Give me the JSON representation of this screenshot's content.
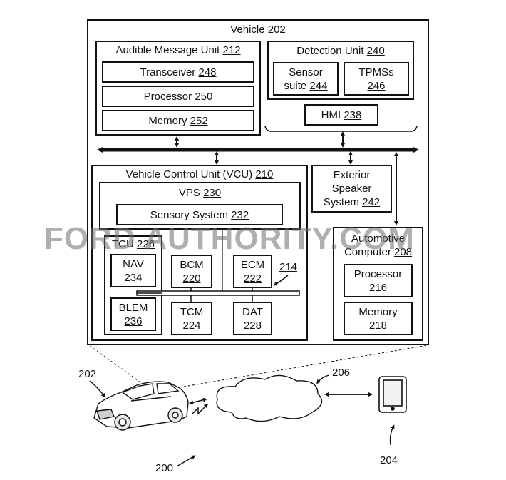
{
  "vehicle": {
    "name": "Vehicle",
    "ref": "202"
  },
  "amu": {
    "name": "Audible Message Unit",
    "ref": "212",
    "transceiver": {
      "name": "Transceiver",
      "ref": "248"
    },
    "processor": {
      "name": "Processor",
      "ref": "250"
    },
    "memory": {
      "name": "Memory",
      "ref": "252"
    }
  },
  "detection": {
    "name": "Detection Unit",
    "ref": "240",
    "sensor_suite": {
      "line1": "Sensor",
      "line2": "suite",
      "ref": "244"
    },
    "tpms": {
      "name": "TPMSs",
      "ref": "246"
    },
    "hmi": {
      "name": "HMI",
      "ref": "238"
    }
  },
  "vcu": {
    "name": "Vehicle Control Unit (VCU)",
    "ref": "210",
    "vps": {
      "name": "VPS",
      "ref": "230"
    },
    "sensory": {
      "name": "Sensory System",
      "ref": "232"
    },
    "tcu": {
      "name": "TCU",
      "ref": "226"
    },
    "nav": {
      "name": "NAV",
      "ref": "234"
    },
    "blem": {
      "name": "BLEM",
      "ref": "236"
    },
    "bcm": {
      "name": "BCM",
      "ref": "220"
    },
    "ecm": {
      "name": "ECM",
      "ref": "222"
    },
    "tcm": {
      "name": "TCM",
      "ref": "224"
    },
    "dat": {
      "name": "DAT",
      "ref": "228"
    },
    "bus_ref": "214"
  },
  "speaker": {
    "line1": "Exterior",
    "line2": "Speaker",
    "line3": "System",
    "ref": "242"
  },
  "computer": {
    "line1": "Automotive",
    "line2": "Computer",
    "ref": "208",
    "processor": {
      "name": "Processor",
      "ref": "216"
    },
    "memory": {
      "name": "Memory",
      "ref": "218"
    }
  },
  "scene": {
    "car_ref": "202",
    "network_ref": "206",
    "device_ref": "204",
    "system_ref": "200"
  },
  "watermark": "FORD AUTHORITY.COM"
}
